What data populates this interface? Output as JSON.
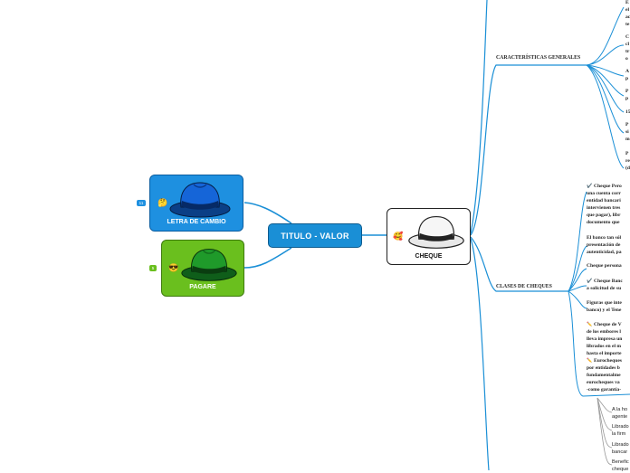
{
  "central": {
    "title": "TITULO - VALOR"
  },
  "hats": {
    "letra": {
      "label": "LETRA DE CAMBIO",
      "badge": "11",
      "color": "#1e90e0"
    },
    "pagare": {
      "label": "PAGARE",
      "badge": "5",
      "color": "#6abf1e"
    },
    "cheque": {
      "label": "CHEQUE",
      "color": "#ffffff"
    }
  },
  "branches": {
    "caracteristicas": "CARACTERÍSTICAS GENERALES",
    "clases": "CLASES DE CHEQUES"
  },
  "caracteristicas_items": [
    {
      "lines": [
        "E",
        "el",
        "ac",
        "te"
      ]
    },
    {
      "lines": [
        "C",
        "cl",
        "tr",
        "o"
      ]
    },
    {
      "lines": [
        "A",
        "p"
      ]
    },
    {
      "lines": [
        "P",
        "p"
      ]
    },
    {
      "lines": [
        "15"
      ]
    },
    {
      "lines": [
        "P",
        "si",
        "m"
      ]
    },
    {
      "lines": [
        "P",
        "re",
        "(d"
      ]
    }
  ],
  "clases_items": [
    {
      "lines": [
        "Cheque Pero",
        "una cuenta corr",
        "entidad bancari",
        "intervienen tres",
        "que pagar), libr",
        "documento que"
      ]
    },
    {
      "lines": [
        "El banco tan sól",
        "presentación de",
        "autenticidad, pa"
      ]
    },
    {
      "lines": [
        "Cheque persona"
      ]
    },
    {
      "lines": [
        "Cheque Banc",
        "a solicitud de su"
      ]
    },
    {
      "lines": [
        "Figuras que inte",
        "banco) y el Tene"
      ]
    },
    {
      "lines": [
        "Cheque de V",
        "de los embores l",
        "lleva impresa un",
        "librados en el m",
        "hasta el importe",
        "Eurocheques",
        "por entidades b",
        "fundamentalme",
        "eurocheques va",
        "-como garantía-"
      ]
    }
  ],
  "lower_items": [
    {
      "lines": [
        "A la ho",
        "agente"
      ]
    },
    {
      "lines": [
        "Librado",
        "la firm"
      ]
    },
    {
      "lines": [
        "Librado",
        "bancar"
      ]
    },
    {
      "lines": [
        "Benefic",
        "cheque"
      ]
    }
  ]
}
